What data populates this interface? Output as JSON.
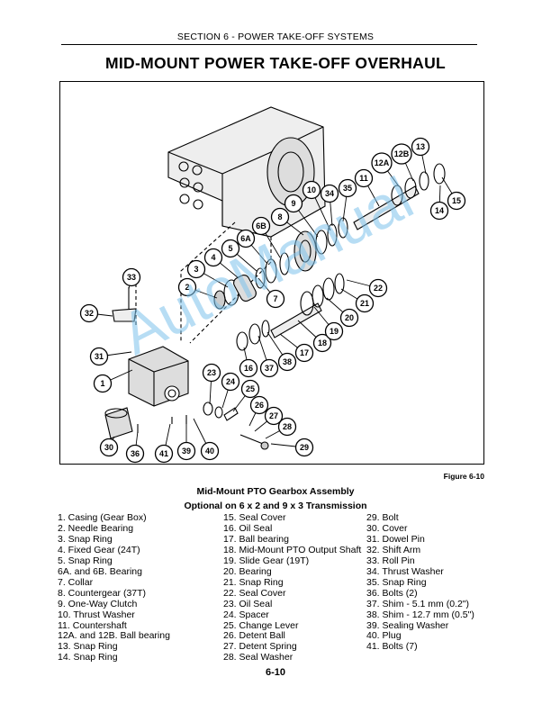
{
  "header": {
    "section": "SECTION 6 - POWER TAKE-OFF SYSTEMS"
  },
  "title": "MID-MOUNT POWER TAKE-OFF OVERHAUL",
  "watermark": "AutoManual",
  "figure": {
    "number": "Figure 6-10",
    "caption_line1": "Mid-Mount PTO Gearbox Assembly",
    "caption_line2": "Optional on 6 x 2 and 9 x 3 Transmission"
  },
  "callouts": [
    {
      "id": "c1",
      "label": "1"
    },
    {
      "id": "c2",
      "label": "2"
    },
    {
      "id": "c3",
      "label": "3"
    },
    {
      "id": "c4",
      "label": "4"
    },
    {
      "id": "c5",
      "label": "5"
    },
    {
      "id": "c6a",
      "label": "6A"
    },
    {
      "id": "c6b",
      "label": "6B"
    },
    {
      "id": "c7",
      "label": "7"
    },
    {
      "id": "c8",
      "label": "8"
    },
    {
      "id": "c9",
      "label": "9"
    },
    {
      "id": "c10",
      "label": "10"
    },
    {
      "id": "c11",
      "label": "11"
    },
    {
      "id": "c12a",
      "label": "12A"
    },
    {
      "id": "c12b",
      "label": "12B"
    },
    {
      "id": "c13",
      "label": "13"
    },
    {
      "id": "c14",
      "label": "14"
    },
    {
      "id": "c15",
      "label": "15"
    },
    {
      "id": "c16",
      "label": "16"
    },
    {
      "id": "c17",
      "label": "17"
    },
    {
      "id": "c18",
      "label": "18"
    },
    {
      "id": "c19",
      "label": "19"
    },
    {
      "id": "c20",
      "label": "20"
    },
    {
      "id": "c21",
      "label": "21"
    },
    {
      "id": "c22",
      "label": "22"
    },
    {
      "id": "c23",
      "label": "23"
    },
    {
      "id": "c24",
      "label": "24"
    },
    {
      "id": "c25",
      "label": "25"
    },
    {
      "id": "c26",
      "label": "26"
    },
    {
      "id": "c27",
      "label": "27"
    },
    {
      "id": "c28",
      "label": "28"
    },
    {
      "id": "c29",
      "label": "29"
    },
    {
      "id": "c30",
      "label": "30"
    },
    {
      "id": "c31",
      "label": "31"
    },
    {
      "id": "c32",
      "label": "32"
    },
    {
      "id": "c33",
      "label": "33"
    },
    {
      "id": "c34",
      "label": "34"
    },
    {
      "id": "c35",
      "label": "35"
    },
    {
      "id": "c36",
      "label": "36"
    },
    {
      "id": "c37",
      "label": "37"
    },
    {
      "id": "c38",
      "label": "38"
    },
    {
      "id": "c39",
      "label": "39"
    },
    {
      "id": "c40",
      "label": "40"
    },
    {
      "id": "c41",
      "label": "41"
    }
  ],
  "parts_col1": [
    "1.  Casing (Gear Box)",
    "2.  Needle Bearing",
    "3.  Snap Ring",
    "4.  Fixed Gear (24T)",
    "5.  Snap Ring",
    "6A. and 6B.   Bearing",
    "7.  Collar",
    "8.  Countergear (37T)",
    "9.  One-Way Clutch",
    "10.  Thrust Washer",
    "11.  Countershaft",
    "12A. and 12B.  Ball bearing",
    "13.  Snap Ring",
    "14.  Snap Ring"
  ],
  "parts_col2": [
    "15.  Seal Cover",
    "16.  Oil Seal",
    "17.  Ball bearing",
    "18.  Mid-Mount PTO Output Shaft",
    "19.  Slide Gear (19T)",
    "20.  Bearing",
    "21.  Snap Ring",
    "22.  Seal Cover",
    "23.  Oil Seal",
    "24.  Spacer",
    "25.  Change Lever",
    "26.  Detent Ball",
    "27.  Detent Spring",
    "28.  Seal Washer"
  ],
  "parts_col3": [
    "29.  Bolt",
    "30.  Cover",
    "31.  Dowel Pin",
    "32.  Shift Arm",
    "33.  Roll Pin",
    "34.  Thrust Washer",
    "35.  Snap Ring",
    "36.  Bolts (2)",
    "37.  Shim - 5.1 mm (0.2\")",
    "38.  Shim - 12.7 mm (0.5\")",
    "39.  Sealing Washer",
    "40.  Plug",
    "41.  Bolts (7)"
  ],
  "page_number": "6-10"
}
